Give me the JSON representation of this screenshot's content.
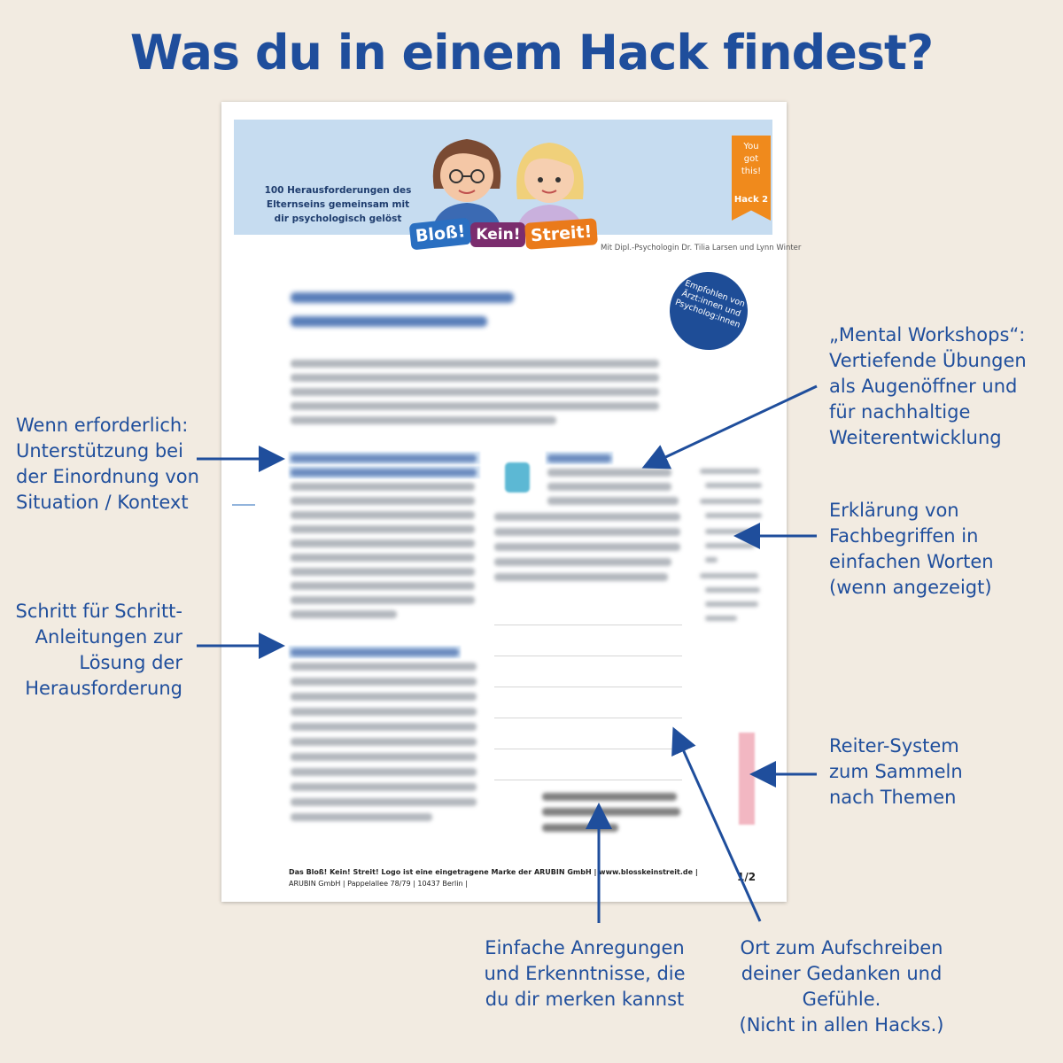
{
  "page_title": "Was du in einem Hack findest?",
  "document": {
    "tagline": [
      "100 Herausforderungen des",
      "Elternseins gemeinsam mit",
      "dir psychologisch gelöst"
    ],
    "ribbon_lines": [
      "You",
      "got",
      "this!"
    ],
    "ribbon_hack": "Hack 2",
    "logo_words": [
      "Bloß!",
      "Kein!",
      "Streit!"
    ],
    "authors": "Mit Dipl.-Psychologin Dr. Tilia Larsen und Lynn Winter",
    "badge_lines": [
      "Empfohlen von",
      "Ärzt:innen und",
      "Psycholog:innen"
    ],
    "footer_line1": "Das Bloß! Kein! Streit! Logo ist eine eingetragene Marke der ARUBIN GmbH | www.blosskeinstreit.de |",
    "footer_line2": "ARUBIN GmbH | Pappelallee 78/79 | 10437 Berlin |",
    "page_number": "1/2"
  },
  "annotations": {
    "context": [
      "Wenn erforderlich:",
      "Unterstützung bei",
      "der Einordnung von",
      "Situation / Kontext"
    ],
    "steps": [
      "Schritt für Schritt-",
      "Anleitungen zur",
      "Lösung der",
      "Herausforderung"
    ],
    "workshops": [
      "„Mental Workshops“:",
      "Vertiefende Übungen",
      "als Augenöffner und",
      "für nachhaltige",
      "Weiterentwicklung"
    ],
    "terms": [
      "Erklärung von",
      "Fachbegriffen in",
      "einfachen Worten",
      "(wenn angezeigt)"
    ],
    "tabs": [
      "Reiter-System",
      "zum Sammeln",
      "nach Themen"
    ],
    "insights": [
      "Einfache Anregungen",
      "und Erkenntnisse, die",
      "du dir merken kannst"
    ],
    "notes": [
      "Ort zum Aufschreiben",
      "deiner Gedanken und",
      "Gefühle.",
      "(Nicht in allen Hacks.)"
    ]
  },
  "colors": {
    "background": "#f2ebe1",
    "accent_blue": "#1f4e9c",
    "banner": "#c6dcf0",
    "ribbon_orange": "#f08a1c",
    "logo_blue": "#2a6fc1",
    "logo_purple": "#7b2d6e",
    "logo_orange": "#ea7a1b"
  }
}
